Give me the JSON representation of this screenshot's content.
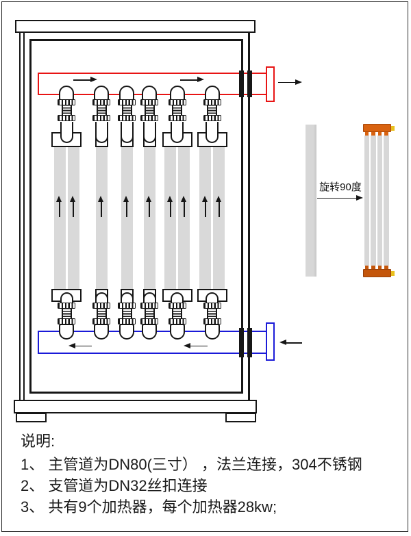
{
  "page": {
    "background": "#ffffff",
    "border_color": "#2a2a2a"
  },
  "heaters": {
    "total_count": 9,
    "power_each": "28kw",
    "groups_tubes": [
      2,
      1,
      1,
      1,
      2,
      2
    ],
    "tube_color": "#d9d9d9"
  },
  "pipes": {
    "hot_outlet_color": "#e81414",
    "cold_inlet_color": "#1a1ad8",
    "hot_flow_direction": "right",
    "cold_flow_direction": "left",
    "tube_flow_direction": "up"
  },
  "right_detail": {
    "rotation_label": "旋转90度",
    "rotated_tube_count": 4,
    "manifold_color": "#d96310",
    "manifold_bottom_color": "#c4560b",
    "terminal_color": "#e9c01e",
    "tube_color": "#d7d7d7"
  },
  "notes": {
    "title": "说明:",
    "items": [
      "1、 主管道为DN80(三寸） ，法兰连接，304不锈钢",
      "2、 支管道为DN32丝扣连接",
      "3、 共有9个加热器，每个加热器28kw;"
    ]
  }
}
